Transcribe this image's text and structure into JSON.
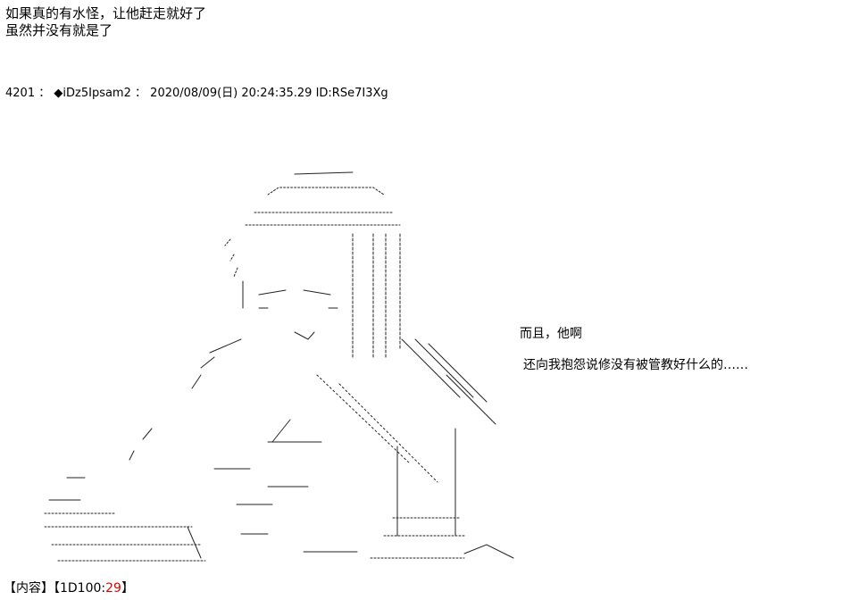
{
  "narration": {
    "line1": "如果真的有水怪，让他赶走就好了",
    "line2": "虽然并没有就是了"
  },
  "post": {
    "number": "4201",
    "sep1": "：",
    "trip": "◆iDz5Ipsam2",
    "sep2": "：",
    "date": "2020/08/09(日) 20:24:35.29",
    "id": "ID:RSe7I3Xg"
  },
  "speech": {
    "line1": "而且，他啊",
    "line2": "还向我抱怨说修没有被管教好什么的……"
  },
  "footer": {
    "label": "【内容】",
    "dice_prefix": "【1D100:",
    "dice_result": "29",
    "dice_suffix": "】"
  },
  "colors": {
    "text": "#000000",
    "dice_result": "#e00000",
    "background": "#ffffff"
  }
}
